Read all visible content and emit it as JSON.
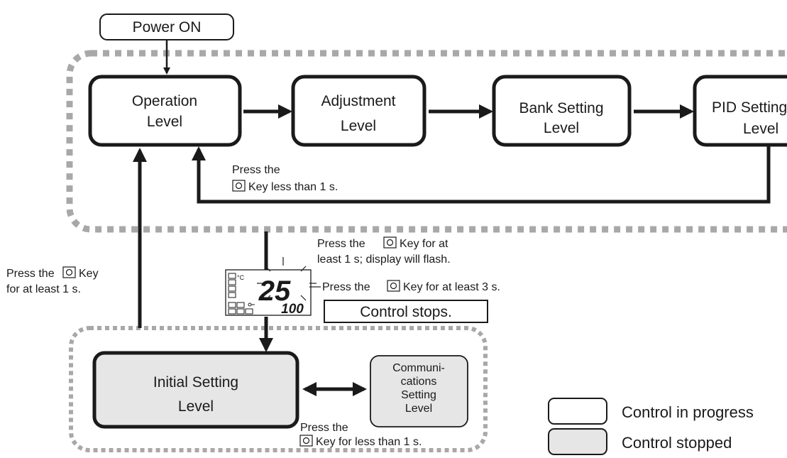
{
  "power_on": "Power ON",
  "levels": {
    "operation": [
      "Operation",
      "Level"
    ],
    "adjustment": [
      "Adjustment",
      "Level"
    ],
    "bank_setting": [
      "Bank Setting",
      "Level"
    ],
    "pid_setting": [
      "PID Setting",
      "Level"
    ],
    "initial_setting": [
      "Initial Setting",
      "Level"
    ],
    "communications_setting": [
      "Communi-",
      "cations",
      "Setting",
      "Level"
    ]
  },
  "notes": {
    "return_to_operation": [
      "Press the",
      "Key less than 1 s."
    ],
    "to_operation_from_initial": [
      "Press the",
      "Key",
      "for at least 1 s."
    ],
    "display_flash": [
      "Press the",
      "Key for at",
      "least 1 s; display will flash."
    ],
    "hold_3s_prefix": "Press the",
    "hold_3s_suffix": "Key for at least 3 s.",
    "to_communications": [
      "Press the",
      "Key for less than 1 s."
    ]
  },
  "control_stops": "Control stops.",
  "display": {
    "unit": "°C",
    "pv": "25",
    "sv": "100",
    "key_glyph": "○"
  },
  "legend": {
    "in_progress": "Control in progress",
    "stopped": "Control stopped"
  },
  "colors": {
    "stroke": "#1a1a1a",
    "dashed_border": "#a8a8a8",
    "stopped_fill": "#e6e6e6",
    "running_fill": "#ffffff"
  }
}
